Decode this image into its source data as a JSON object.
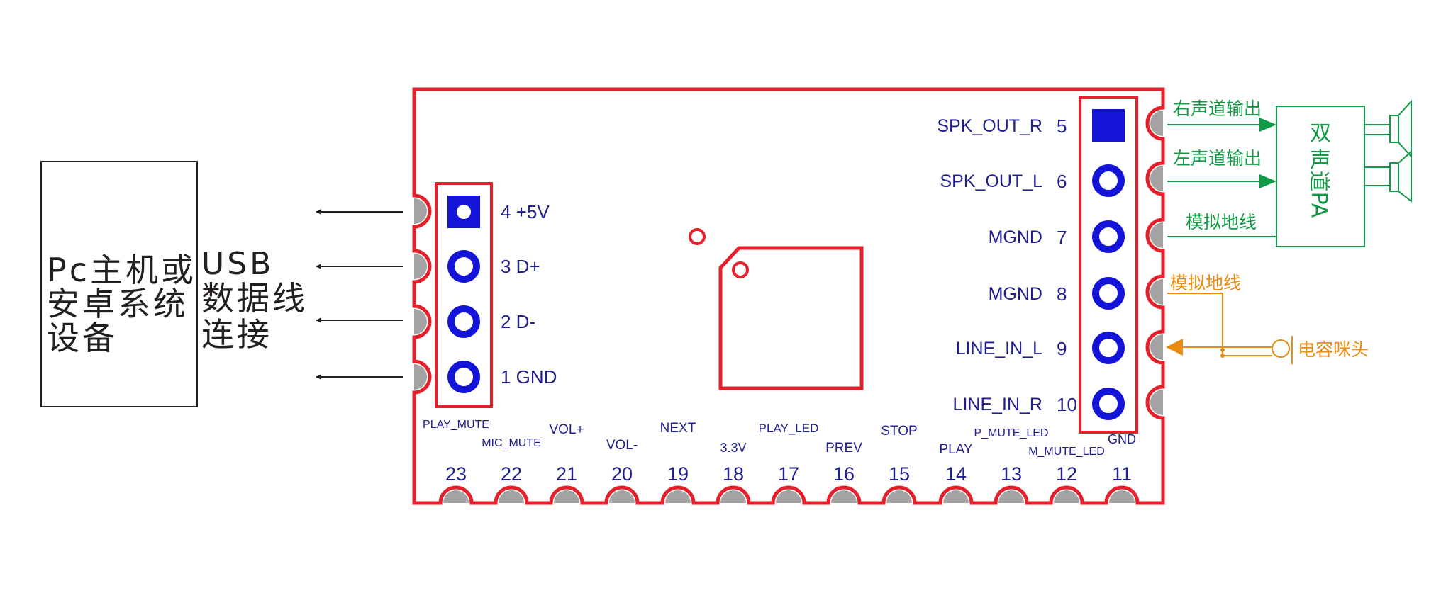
{
  "colors": {
    "board": "#e3202b",
    "pin": "#1414d9",
    "pad": "#a3a3a3",
    "label": "#1f1f8f",
    "arrow_black": "#231f20",
    "speaker_green": "#119a44",
    "mic_orange": "#e98a12"
  },
  "host": {
    "line1": "Pc主机或",
    "line2": "安卓系统",
    "line3": "设备"
  },
  "usb": {
    "line1": "USB",
    "line2": "数据线",
    "line3": "连接"
  },
  "usb_header": [
    {
      "pin": "4",
      "name": "+5V"
    },
    {
      "pin": "3",
      "name": "D+"
    },
    {
      "pin": "2",
      "name": "D-"
    },
    {
      "pin": "1",
      "name": "GND"
    }
  ],
  "right_header": [
    {
      "pin": "5",
      "name": "SPK_OUT_R"
    },
    {
      "pin": "6",
      "name": "SPK_OUT_L"
    },
    {
      "pin": "7",
      "name": "MGND"
    },
    {
      "pin": "8",
      "name": "MGND"
    },
    {
      "pin": "9",
      "name": "LINE_IN_L"
    },
    {
      "pin": "10",
      "name": "LINE_IN_R"
    }
  ],
  "bottom_pins": [
    {
      "pin": "23",
      "name": "PLAY_MUTE"
    },
    {
      "pin": "22",
      "name": "MIC_MUTE"
    },
    {
      "pin": "21",
      "name": "VOL+"
    },
    {
      "pin": "20",
      "name": "VOL-"
    },
    {
      "pin": "19",
      "name": "NEXT"
    },
    {
      "pin": "18",
      "name": "3.3V"
    },
    {
      "pin": "17",
      "name": "PLAY_LED"
    },
    {
      "pin": "16",
      "name": "PREV"
    },
    {
      "pin": "15",
      "name": "STOP"
    },
    {
      "pin": "14",
      "name": "PLAY"
    },
    {
      "pin": "13",
      "name": "P_MUTE_LED"
    },
    {
      "pin": "12",
      "name": "M_MUTE_LED"
    },
    {
      "pin": "11",
      "name": "GND"
    }
  ],
  "speaker": {
    "right_channel": "右声道输出",
    "left_channel": "左声道输出",
    "ground": "模拟地线",
    "pa_line1": "双",
    "pa_line2": "声",
    "pa_line3": "道PA"
  },
  "mic": {
    "ground": "模拟地线",
    "label": "电容咪头"
  }
}
